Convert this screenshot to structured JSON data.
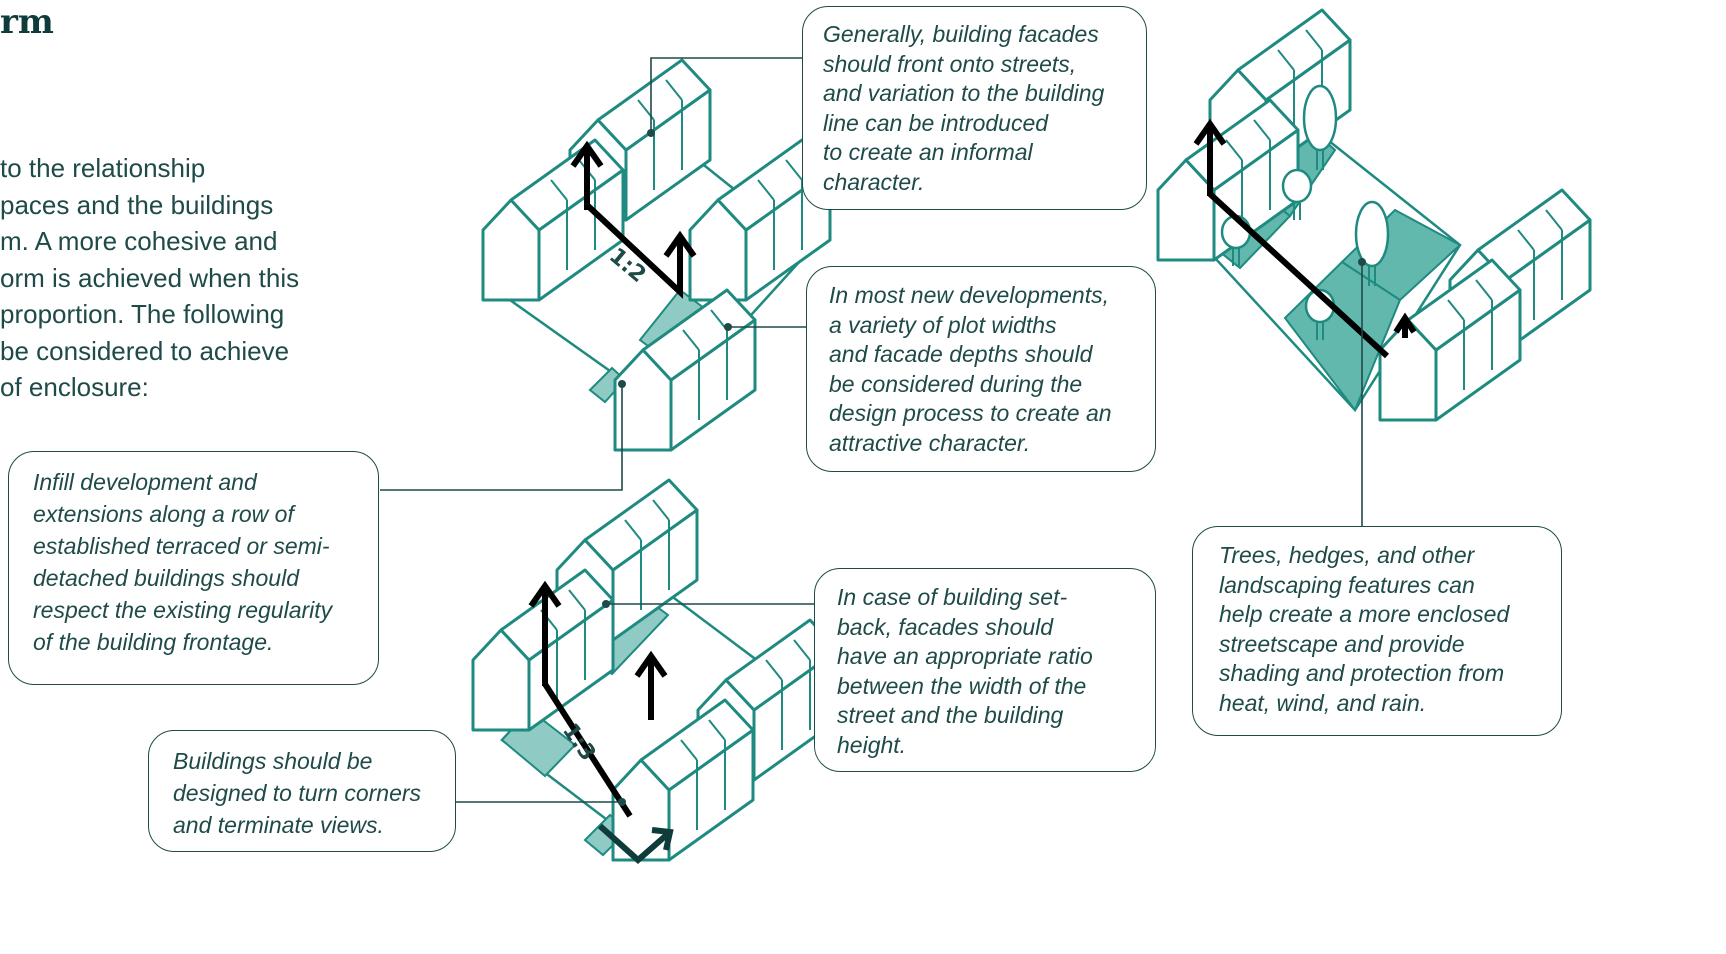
{
  "heading": {
    "title": "rm"
  },
  "intro": {
    "lines": [
      "to the relationship",
      "paces and the buildings",
      "m. A more cohesive and",
      "orm is achieved when this",
      "proportion. The following",
      "be considered to achieve",
      "of enclosure:"
    ]
  },
  "callouts": {
    "infill": {
      "lines": [
        "Infill development and",
        "extensions along a row of",
        "established terraced or semi-",
        "detached buildings should",
        "respect the existing regularity",
        "of the building frontage."
      ]
    },
    "corners": {
      "lines": [
        "Buildings should be",
        "designed to turn corners",
        "and terminate views."
      ]
    },
    "facades": {
      "lines": [
        "Generally, building facades",
        "should front onto streets,",
        "and variation to the building",
        "line can be introduced",
        "to create an informal",
        "character."
      ]
    },
    "plots": {
      "lines": [
        "In most new developments,",
        "a variety of plot widths",
        "and facade depths should",
        "be considered during the",
        "design process to create an",
        "attractive character."
      ]
    },
    "setback": {
      "lines": [
        "In case of building set-",
        "back, facades should",
        "have an appropriate ratio",
        "between the width of the",
        "street and the building",
        "height."
      ]
    },
    "trees": {
      "lines": [
        "Trees, hedges, and other",
        "landscaping features can",
        "help create a more enclosed",
        "streetscape and provide",
        "shading and protection from",
        "heat, wind, and rain."
      ]
    }
  },
  "ratios": {
    "top": "1:2",
    "bottom": "1:3"
  },
  "colors": {
    "outline": "#1e8a80",
    "fill": "#a9d8d3",
    "fill_dark": "#62b8ad",
    "text": "#1e4a48",
    "arrow": "#000000"
  }
}
